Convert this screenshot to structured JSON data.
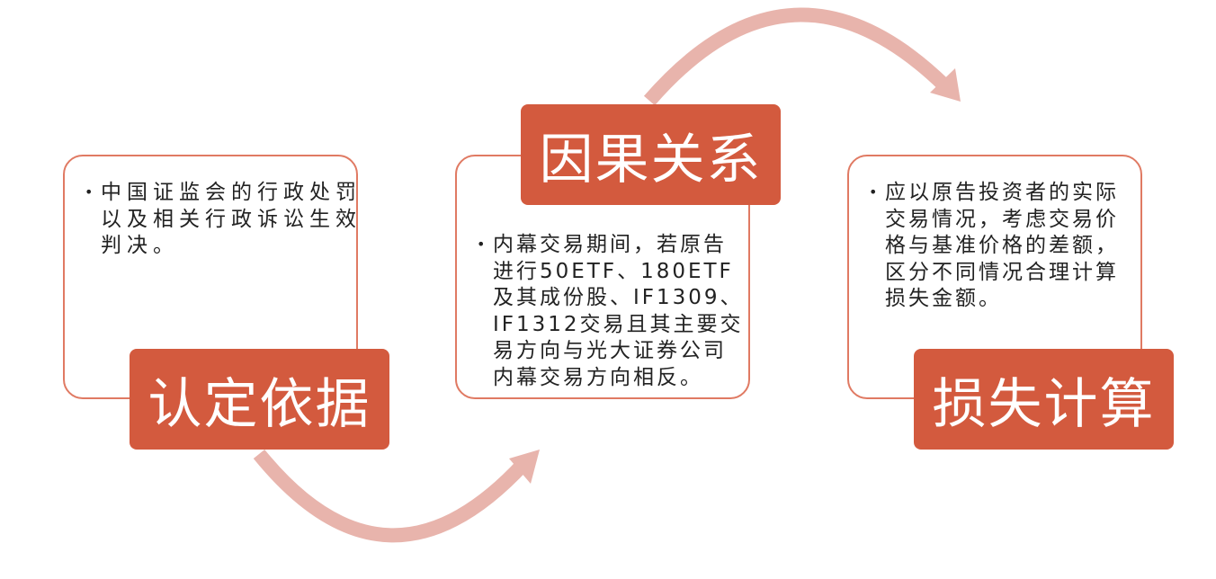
{
  "steps": [
    {
      "title": "认定依据",
      "text": "中国证监会的行政处罚\n以及相关行政诉讼生效\n判决。"
    },
    {
      "title": "因果关系",
      "text": "内幕交易期间，若原告\n进行50ETF、180ETF\n及其成份股、IF1309、\nIF1312交易且其主要交\n易方向与光大证券公司\n内幕交易方向相反。"
    },
    {
      "title": "损失计算",
      "text": "应以原告投资者的实际\n交易情况，考虑交易价\n格与基准价格的差额，\n区分不同情况合理计算\n损失金额。"
    }
  ],
  "colors": {
    "label": "#D35A3E",
    "border": "#E07A63",
    "arrow": "#E8B4AC"
  }
}
